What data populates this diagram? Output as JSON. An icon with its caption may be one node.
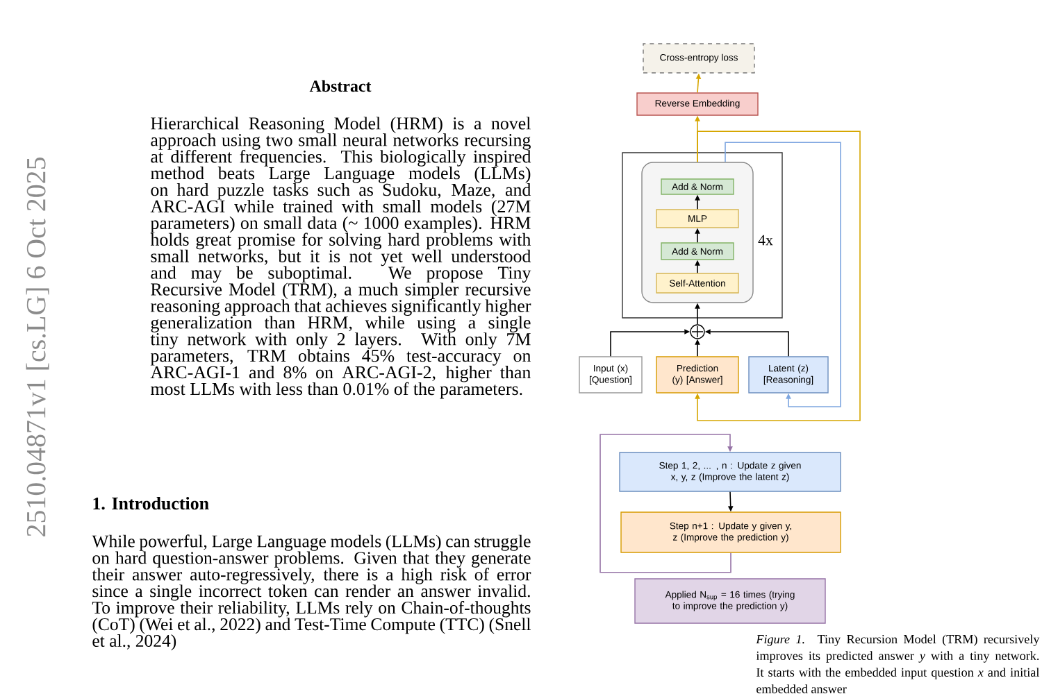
{
  "diagram": {
    "caption": "*Figure 1.* Tiny Recursion Model (TRM) recursively improves its predicted answer *y* with a tiny network. It starts with the embedded input question *x* and initial embedded answer",
    "nodes": [
      {
        "text": [
          "Cross-entropy loss"
        ]
      },
      {
        "text": [
          "Reverse Embedding"
        ]
      },
      {
        "text": [
          "4x"
        ]
      },
      {
        "text": [],
        "shape": "box",
        "in": 2
      },
      {
        "text": [
          "Add & Norm"
        ],
        "in": 3
      },
      {
        "text": [
          "MLP"
        ],
        "in": 3
      },
      {
        "text": [
          "Add & Norm"
        ],
        "in": 3
      },
      {
        "text": [
          "Self-Attention"
        ],
        "in": 3
      },
      {
        "text": [],
        "shape": "circle"
      },
      {
        "text": [
          "Input (x) [Question]"
        ]
      },
      {
        "text": [
          "Prediction (y) [Answer]"
        ]
      },
      {
        "text": [
          "Latent (z) [Reasoning]"
        ]
      },
      {
        "text": [
          "Step 1, 2, ... , n : Update z given x, y, z (Improve the latent z)"
        ]
      },
      {
        "text": [
          "Step n+1 : Update y given y, z (Improve the prediction y)"
        ]
      },
      {
        "text": [
          "Applied N$_{sup}$ = 16 times (trying to improve the prediction y)"
        ]
      }
    ],
    "edges": [
      {
        "from": 1,
        "to": 0,
        "arrow": "to",
        "color": "#d6a600"
      },
      {
        "from": 3,
        "to": 1,
        "arrow": "to",
        "color": "#d6a600"
      },
      {
        "from": 3,
        "to": 10,
        "arrow": "to",
        "color": "#d6a600"
      },
      {
        "from": 3,
        "to": 11,
        "arrow": "to",
        "color": "#7ea6e0"
      },
      {
        "from": 7,
        "to": 6,
        "arrow": "to"
      },
      {
        "from": 6,
        "to": 5,
        "arrow": "to"
      },
      {
        "from": 5,
        "to": 4,
        "arrow": "to"
      },
      {
        "from": 8,
        "to": 3,
        "arrow": "to"
      },
      {
        "from": 9,
        "to": 8,
        "arrow": "to"
      },
      {
        "from": 10,
        "to": 8,
        "arrow": "to"
      },
      {
        "from": 11,
        "to": 8,
        "arrow": "to"
      },
      {
        "from": 12,
        "to": 13,
        "arrow": "to"
      },
      {
        "from": 13,
        "to": 12,
        "arrow": "to",
        "color": "#9673a6"
      }
    ],
    "labels": [
      "2510.04871v1 [cs.LG] 6 Oct 2025",
      "Abstract",
      "Hierarchical Reasoning Model (HRM) is a novel approach using two small neural networks recursing at different frequencies. This biologically inspired method beats Large Language models (LLMs) on hard puzzle tasks such as Sudoku, Maze, and ARC-AGI while trained with small models (27M parameters) on small data (~ 1000 examples). HRM holds great promise for solving hard problems with small networks, but it is not yet well understood and may be suboptimal. We propose Tiny Recursive Model (TRM), a much simpler recursive reasoning approach that achieves significantly higher generalization than HRM, while using a single tiny network with only 2 layers. With only 7M parameters, TRM obtains 45% test-accuracy on ARC-AGI-1 and 8% on ARC-AGI-2, higher than most LLMs with less than 0.01% of the parameters.",
      "1. Introduction",
      "While powerful, Large Language models (LLMs) can struggle on hard question-answer problems. Given that they generate their answer auto-regressively, there is a high risk of error since a single incorrect token can render an answer invalid. To improve their reliability, LLMs rely on Chain-of-thoughts (CoT) (Wei et al., 2022) and Test-Time Compute (TTC) (Snell et al., 2024)"
    ]
  }
}
